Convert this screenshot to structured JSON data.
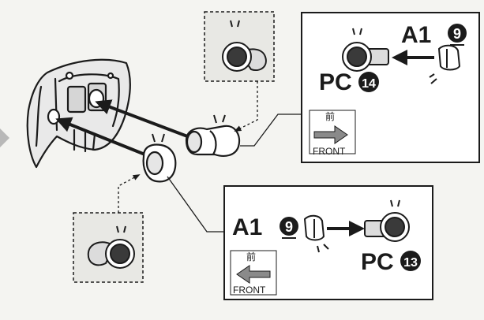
{
  "top_callout": {
    "part_code": "A1",
    "part_number": "9",
    "target_code": "PC",
    "target_number": "14",
    "front_kanji": "前",
    "front_label": "FRONT"
  },
  "bottom_callout": {
    "part_code": "A1",
    "part_number": "9",
    "target_code": "PC",
    "target_number": "13",
    "front_kanji": "前",
    "front_label": "FRONT"
  },
  "colors": {
    "ink": "#1b1b1b",
    "paper": "#ffffff",
    "background": "#f4f4f1",
    "inset_fill": "#e8e8e4",
    "part_grey": "#dcdcdc",
    "socket_dark": "#3a3a3a",
    "arrow_grey": "#8a8a8a",
    "side_marker": "#b8b8b8"
  },
  "icons": [
    "joint-socket-icon",
    "ball-joint-cap-icon",
    "front-direction-arrow-icon",
    "sparkle-icon"
  ]
}
